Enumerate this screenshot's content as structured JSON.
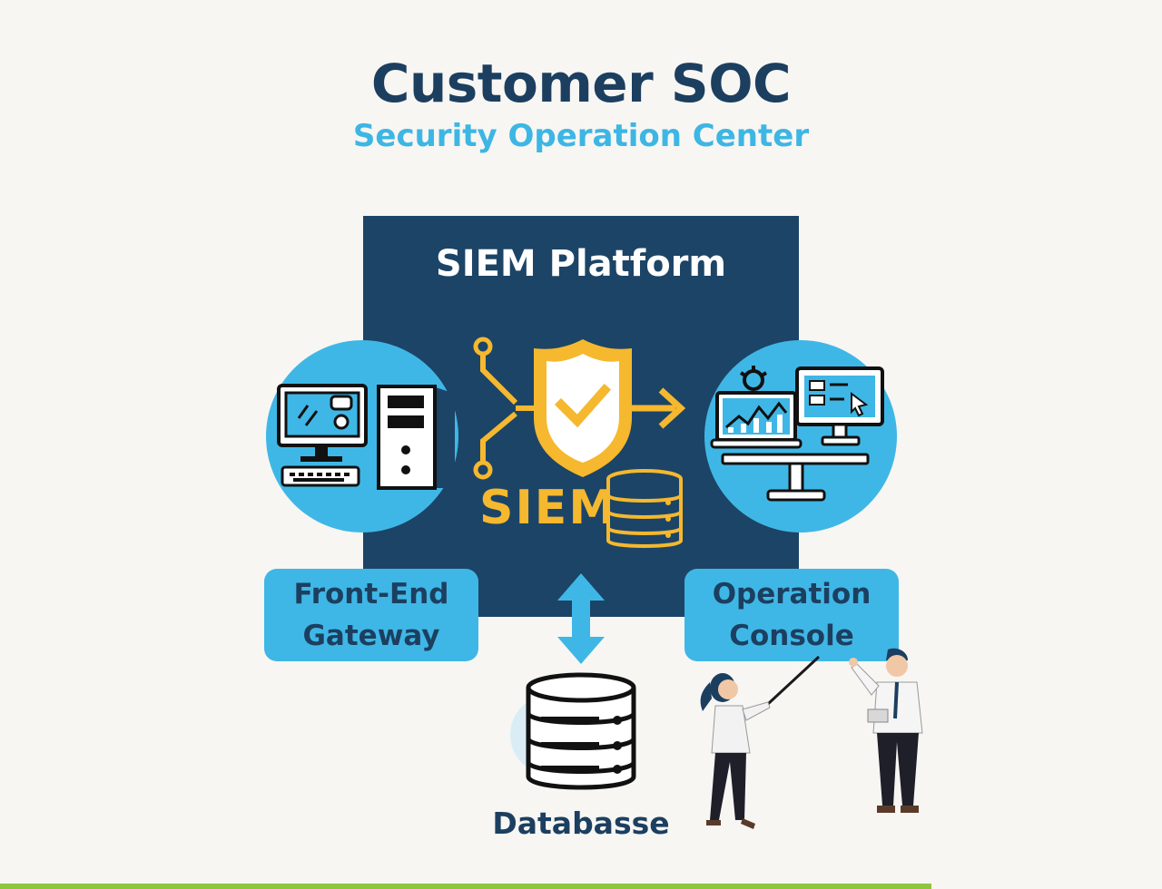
{
  "header": {
    "title": "Customer SOC",
    "subtitle": "Security Operation Center"
  },
  "platform": {
    "title": "SIEM Platform",
    "logo_text": "SIEM"
  },
  "nodes": {
    "front_end_gateway": {
      "line1": "Front-End",
      "line2": "Gateway"
    },
    "operation_console": {
      "line1": "Operation",
      "line2": "Console"
    },
    "database": {
      "label": "Databasse"
    }
  },
  "colors": {
    "navy": "#1c4466",
    "sky": "#3fb7e6",
    "gold": "#f5b82e",
    "text_dark": "#1c3f60",
    "accent_green": "#8cc63f"
  },
  "icons": [
    "desktop-computer-icon",
    "server-tower-icon",
    "shield-check-icon",
    "database-icon",
    "laptop-chart-icon",
    "monitor-dashboard-icon",
    "bidirectional-arrow-icon",
    "presenter-people-illustration"
  ]
}
